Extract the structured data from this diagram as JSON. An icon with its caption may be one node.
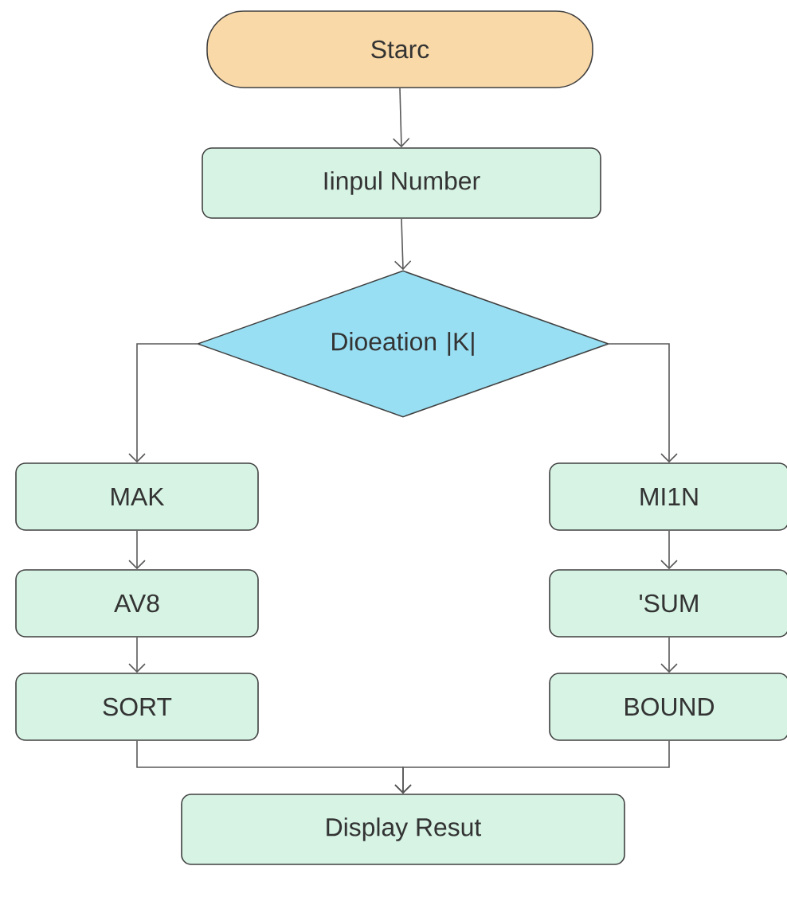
{
  "diagram": {
    "nodes": [
      {
        "text": [
          "Starc"
        ]
      },
      {
        "text": [
          "Iinpul Number"
        ]
      },
      {
        "text": [
          "Dioeation |K|"
        ]
      },
      {
        "text": [
          "MAK"
        ]
      },
      {
        "text": [
          "AV8"
        ]
      },
      {
        "text": [
          "SORT"
        ]
      },
      {
        "text": [
          "MI1N"
        ]
      },
      {
        "text": [
          "'SUM"
        ]
      },
      {
        "text": [
          "BOUND"
        ]
      },
      {
        "text": [
          "Display Resut"
        ]
      }
    ],
    "edges": [
      {
        "from": 0,
        "to": 1,
        "arrow": "to"
      },
      {
        "from": 1,
        "to": 2,
        "arrow": "to"
      },
      {
        "from": 2,
        "to": 3,
        "arrow": "to"
      },
      {
        "from": 2,
        "to": 6,
        "arrow": "to"
      },
      {
        "from": 3,
        "to": 4,
        "arrow": "to"
      },
      {
        "from": 4,
        "to": 5,
        "arrow": "to"
      },
      {
        "from": 6,
        "to": 7,
        "arrow": "to"
      },
      {
        "from": 7,
        "to": 8,
        "arrow": "to"
      },
      {
        "from": 5,
        "to": 9,
        "arrow": "to"
      },
      {
        "from": 8,
        "to": 9,
        "arrow": "to"
      }
    ]
  }
}
